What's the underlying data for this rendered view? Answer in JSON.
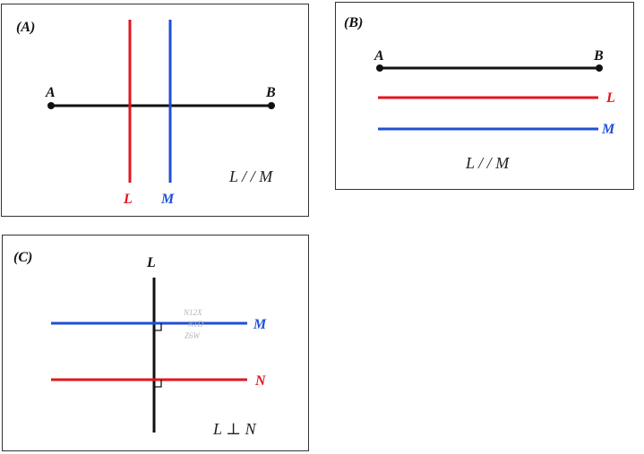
{
  "colors": {
    "black": "#111111",
    "red": "#e3161f",
    "blue": "#1f4fd6",
    "border": "#333333"
  },
  "panels": {
    "a": {
      "tag": "(A)",
      "point_a": "A",
      "point_b": "B",
      "line_l": "L",
      "line_m": "M",
      "relation": "L / / M"
    },
    "b": {
      "tag": "(B)",
      "point_a": "A",
      "point_b": "B",
      "line_l": "L",
      "line_m": "M",
      "relation": "L / / M"
    },
    "c": {
      "tag": "(C)",
      "line_l": "L",
      "line_m": "M",
      "line_n": "N",
      "relation": "L ⊥ N",
      "watermark": [
        "N12X",
        "N1D",
        "Z6W"
      ]
    }
  }
}
